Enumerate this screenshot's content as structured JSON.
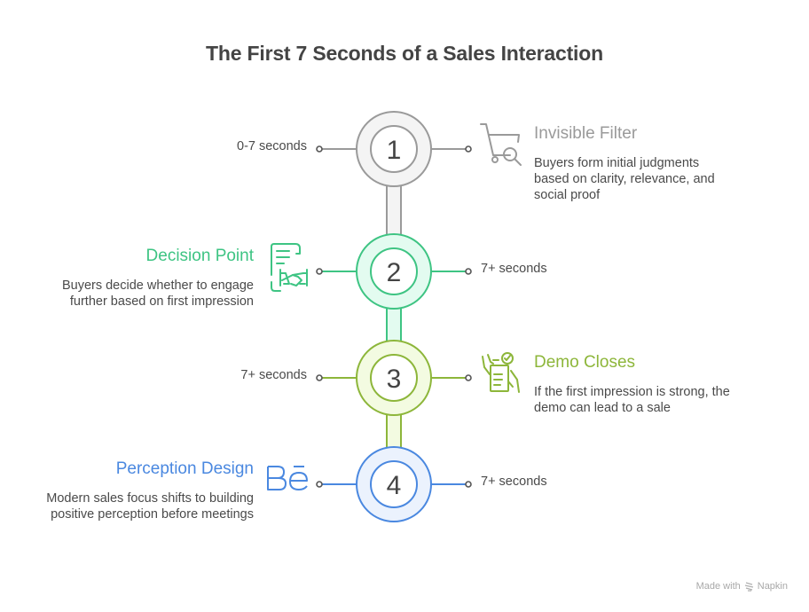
{
  "title": "The First 7 Seconds of a Sales Interaction",
  "steps": [
    {
      "number": "1",
      "heading": "Invisible Filter",
      "description": "Buyers form initial judgments based on clarity, relevance, and social proof",
      "time_label": "0-7 seconds",
      "icon": "shopping-cart-search-icon",
      "color": "#9a9a9a",
      "fill": "#f4f4f4",
      "side": "right"
    },
    {
      "number": "2",
      "heading": "Decision Point",
      "description": "Buyers decide whether to engage further based on first impression",
      "time_label": "7+ seconds",
      "icon": "contract-handshake-icon",
      "color": "#3ec483",
      "fill": "#e3fbf0",
      "side": "left"
    },
    {
      "number": "3",
      "heading": "Demo Closes",
      "description": "If the first impression is strong, the demo can lead to a sale",
      "time_label": "7+ seconds",
      "icon": "signed-document-icon",
      "color": "#8db63a",
      "fill": "#f3fbe1",
      "side": "right"
    },
    {
      "number": "4",
      "heading": "Perception Design",
      "description": "Modern sales focus shifts to building positive perception before meetings",
      "time_label": "7+ seconds",
      "icon": "behance-icon",
      "color": "#4a88e0",
      "fill": "#ebf2fd",
      "side": "left"
    }
  ],
  "footer": {
    "made_with": "Made with",
    "brand": "Napkin"
  }
}
